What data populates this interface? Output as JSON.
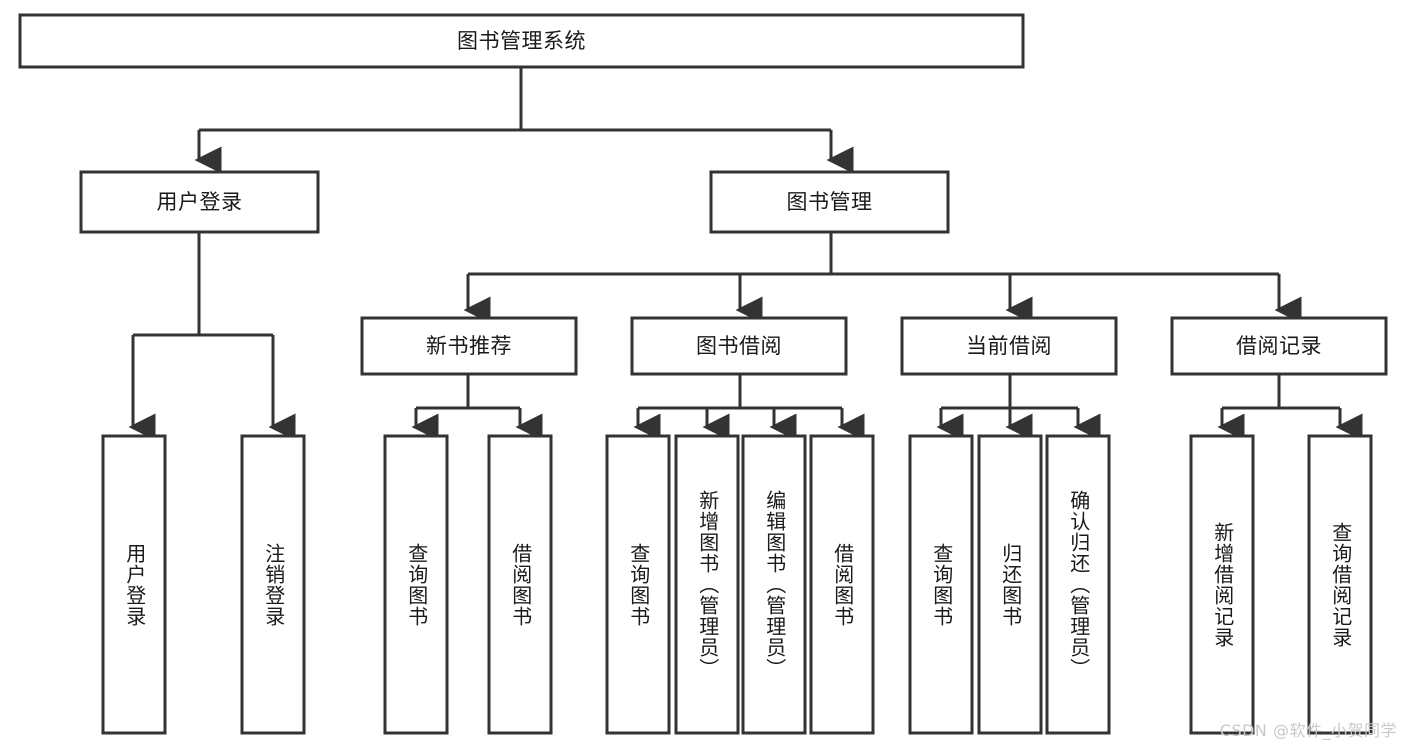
{
  "diagram": {
    "title": "图书管理系统",
    "type": "hierarchy-tree",
    "colors": {
      "box_stroke": "#333333",
      "box_fill": "#ffffff",
      "connector": "#333333",
      "text": "#1a1a1a",
      "watermark": "#c9c9c9",
      "background": "#ffffff"
    },
    "root": {
      "label": "图书管理系统"
    },
    "level2": [
      {
        "label": "用户登录"
      },
      {
        "label": "图书管理"
      }
    ],
    "level3": [
      {
        "label": "新书推荐"
      },
      {
        "label": "图书借阅"
      },
      {
        "label": "当前借阅"
      },
      {
        "label": "借阅记录"
      }
    ],
    "leaves": {
      "user_login": [
        {
          "label": "用户登录"
        },
        {
          "label": "注销登录"
        }
      ],
      "new_book_recommend": [
        {
          "label": "查询图书"
        },
        {
          "label": "借阅图书"
        }
      ],
      "book_borrow": [
        {
          "label": "查询图书"
        },
        {
          "label": "新增图书（管理员）"
        },
        {
          "label": "编辑图书（管理员）"
        },
        {
          "label": "借阅图书"
        }
      ],
      "current_borrow": [
        {
          "label": "查询图书"
        },
        {
          "label": "归还图书"
        },
        {
          "label": "确认归还（管理员）"
        }
      ],
      "borrow_record": [
        {
          "label": "新增借阅记录"
        },
        {
          "label": "查询借阅记录"
        }
      ]
    }
  },
  "watermark": {
    "text": "CSDN @软件_小贺同学"
  }
}
